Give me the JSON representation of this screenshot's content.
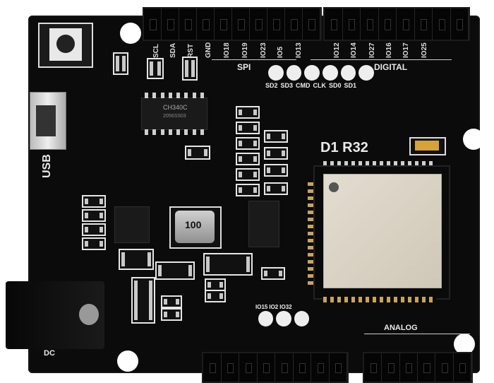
{
  "board": {
    "name_label": "D1  R32",
    "usb_label": "USB",
    "spi_label": "SPI",
    "digital_label": "DIGITAL",
    "analog_label": "ANALOG",
    "dc_label": "DC",
    "inductor_label": "100",
    "serial_chip_label": "CH340C",
    "serial_chip_sub": "2056SS03",
    "flash_labels": [
      "SD2",
      "SD3",
      "CMD",
      "CLK",
      "SD0",
      "SD1"
    ],
    "io_labels": [
      "IO15",
      "IO2",
      "IO32"
    ]
  },
  "colors": {
    "pcb": "#0b0b0c",
    "silkscreen": "#e9e9e9",
    "module_shield": "#d8d2c4",
    "header_black": "#050505",
    "pin_gold": "#c9a45a"
  },
  "icons": [
    "reset-button-icon",
    "micro-usb-icon",
    "dc-jack-icon",
    "esp32-module-icon",
    "inductor-icon"
  ]
}
